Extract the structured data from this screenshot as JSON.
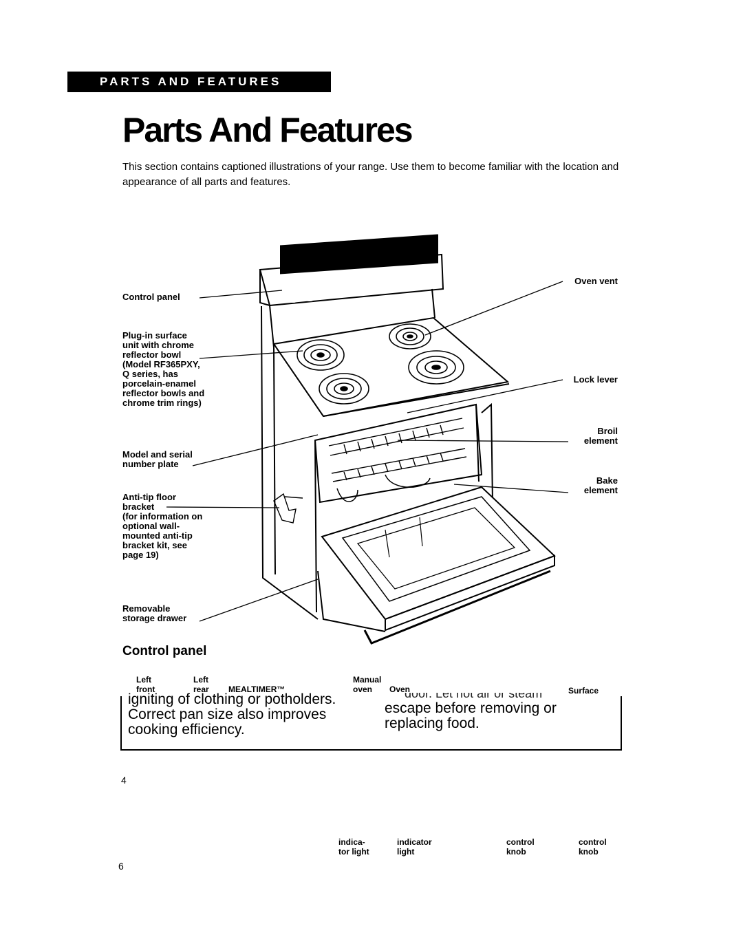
{
  "section_banner": "PARTS AND FEATURES",
  "title": "Parts And Features",
  "intro": "This section contains captioned illustrations of your range. Use them to become familiar with the location and appearance of all parts and features.",
  "callouts": {
    "control_panel": "Control panel",
    "plug_in": "Plug-in surface\nunit with chrome\nreflector bowl\n(Model RF365PXY,\nQ series, has\nporcelain-enamel\nreflector bowls and\nchrome trim rings)",
    "model_serial": "Model and serial\nnumber plate",
    "anti_tip": "Anti-tip floor\nbracket\n(for information on\noptional wall-\nmounted anti-tip\nbracket kit, see\npage 19)",
    "storage_drawer": "Removable\nstorage drawer",
    "oven_vent": "Oven vent",
    "lock_lever": "Lock lever",
    "broil": "Broil\nelement",
    "bake": "Bake\nelement"
  },
  "control_panel_heading": "Control panel",
  "control_labels": {
    "left_front": "Left\nfront",
    "left_rear": "Left\nrear",
    "mealtimer": "MEALTIMER™",
    "manual_oven": "Manual\noven",
    "oven": "Oven",
    "surface": "Surface"
  },
  "overlap_text": {
    "left": "igniting of clothing or potholders.\nCorrect pan size also improves\ncooking efficiency.",
    "right_fragment": "door. Let hot air or steam",
    "right": "escape before removing or\nreplacing food."
  },
  "page_numbers": {
    "upper": "4",
    "lower": "6"
  },
  "bottom_labels": {
    "indicator_light_1": "indica-\ntor light",
    "indicator_light_2": "indicator\nlight",
    "control_knob_1": "control\nknob",
    "control_knob_2": "control\nknob"
  }
}
